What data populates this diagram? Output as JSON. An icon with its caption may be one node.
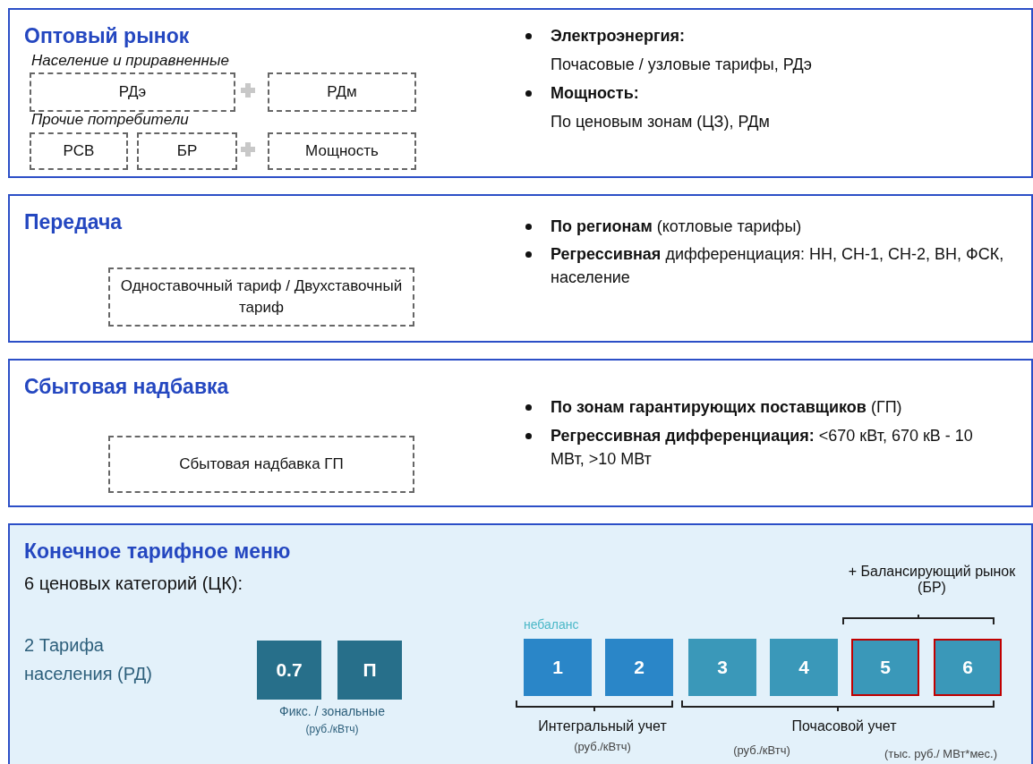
{
  "diagram": {
    "nodes": [
      {
        "text": [
          "Оптовый рынок",
          "Население и приравненные",
          "Прочие потребители",
          "Электроэнергия:",
          "Почасовые / узловые тарифы, РДэ",
          "Мощность:",
          "По ценовым зонам (ЦЗ), РДм"
        ]
      },
      {
        "text": [
          "РДэ"
        ],
        "in": 0
      },
      {
        "text": [
          "РДм"
        ],
        "in": 0
      },
      {
        "text": [
          "РСВ"
        ],
        "in": 0
      },
      {
        "text": [
          "БР"
        ],
        "in": 0
      },
      {
        "text": [
          "Мощность"
        ],
        "in": 0
      },
      {
        "text": [
          "Передача",
          "**По регионам** (котловые тарифы)",
          "**Регрессивная** дифференциация: НН, СН-1, СН-2, ВН, ФСК, население"
        ]
      },
      {
        "text": [
          "Одноставочный тариф / Двухставочный тариф"
        ],
        "in": 6
      },
      {
        "text": [
          "Сбытовая надбавка",
          "**По зонам гарантирующих поставщиков** (ГП)",
          "**Регрессивная дифференциация:** <670 кВт, 670 кВ - 10 МВт, >10 МВт"
        ]
      },
      {
        "text": [
          "Сбытовая надбавка ГП"
        ],
        "in": 8
      },
      {
        "text": [
          "Конечное тарифное меню",
          "6 ценовых категорий (ЦК):",
          "2 Тарифа населения (РД)",
          "Фикс. / зональные",
          "(руб./кВтч)",
          "+ Балансирующий рынок (БР)",
          "Интегральный учет",
          "(руб./кВтч)",
          "Почасовой учет",
          "(руб./кВтч)",
          "(тыс. руб./ МВт*мес.)"
        ]
      },
      {
        "text": [
          "0.7"
        ],
        "in": 10
      },
      {
        "text": [
          "П"
        ],
        "in": 10
      },
      {
        "text": [
          "1"
        ],
        "in": 10,
        "beside": [
          "небаланс"
        ]
      },
      {
        "text": [
          "2"
        ],
        "in": 10
      },
      {
        "text": [
          "3"
        ],
        "in": 10
      },
      {
        "text": [
          "4"
        ],
        "in": 10
      },
      {
        "text": [
          "5"
        ],
        "in": 10
      },
      {
        "text": [
          "6"
        ],
        "in": 10
      }
    ],
    "edges": []
  }
}
